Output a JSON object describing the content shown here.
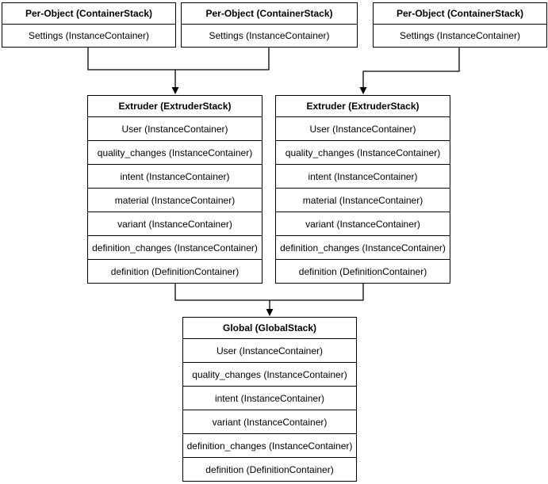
{
  "diagram": {
    "background": "#ffffff",
    "stroke_color": "#000000",
    "text_color": "#000000",
    "boxes": {
      "per_object_1": {
        "title": "Per-Object (ContainerStack)",
        "rows": [
          "Settings (InstanceContainer)"
        ]
      },
      "per_object_2": {
        "title": "Per-Object (ContainerStack)",
        "rows": [
          "Settings (InstanceContainer)"
        ]
      },
      "per_object_3": {
        "title": "Per-Object (ContainerStack)",
        "rows": [
          "Settings (InstanceContainer)"
        ]
      },
      "extruder_1": {
        "title": "Extruder (ExtruderStack)",
        "rows": [
          "User (InstanceContainer)",
          "quality_changes (InstanceContainer)",
          "intent (InstanceContainer)",
          "material (InstanceContainer)",
          "variant (InstanceContainer)",
          "definition_changes (InstanceContainer)",
          "definition (DefinitionContainer)"
        ]
      },
      "extruder_2": {
        "title": "Extruder (ExtruderStack)",
        "rows": [
          "User (InstanceContainer)",
          "quality_changes (InstanceContainer)",
          "intent (InstanceContainer)",
          "material (InstanceContainer)",
          "variant (InstanceContainer)",
          "definition_changes (InstanceContainer)",
          "definition (DefinitionContainer)"
        ]
      },
      "global": {
        "title": "Global (GlobalStack)",
        "rows": [
          "User (InstanceContainer)",
          "quality_changes (InstanceContainer)",
          "intent (InstanceContainer)",
          "variant (InstanceContainer)",
          "definition_changes (InstanceContainer)",
          "definition (DefinitionContainer)"
        ]
      }
    }
  }
}
